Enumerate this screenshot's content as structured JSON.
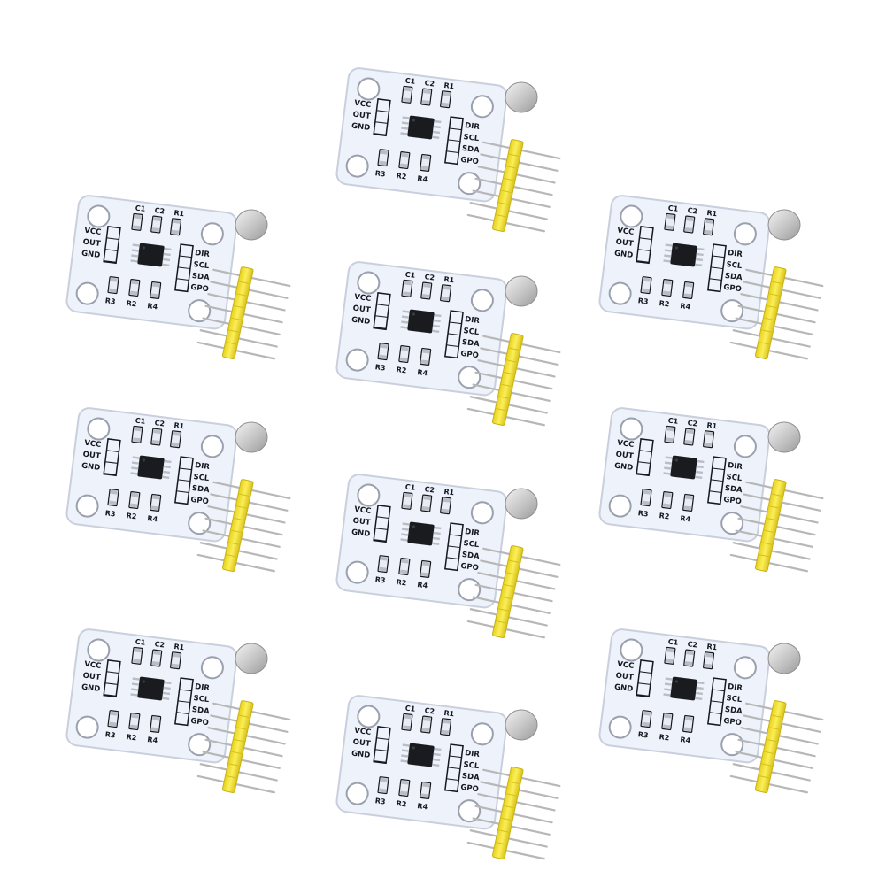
{
  "colors": {
    "background": "#ffffff",
    "board": "#eef2fb",
    "board_edge": "#c9cfdd",
    "silk": "#15181f",
    "chip": "#1a1b1f",
    "pad": "#b9bdc6",
    "magnet": "#c9c9c9",
    "header_plastic": "#f4e53a",
    "header_pin": "#b7b7b7"
  },
  "module": {
    "left_labels": [
      "VCC",
      "OUT",
      "GND"
    ],
    "right_labels": [
      "DIR",
      "SCL",
      "SDA",
      "GPO"
    ],
    "top_labels": [
      "C1",
      "C2",
      "R1"
    ],
    "bottom_labels": [
      "R3",
      "R2",
      "R4"
    ]
  },
  "modules": [
    {
      "name": "module-top-center"
    },
    {
      "name": "module-row1-left"
    },
    {
      "name": "module-row1-center"
    },
    {
      "name": "module-row1-right"
    },
    {
      "name": "module-row2-left"
    },
    {
      "name": "module-row2-center"
    },
    {
      "name": "module-row2-right"
    },
    {
      "name": "module-row3-left"
    },
    {
      "name": "module-bottom-center"
    },
    {
      "name": "module-row3-right"
    }
  ]
}
